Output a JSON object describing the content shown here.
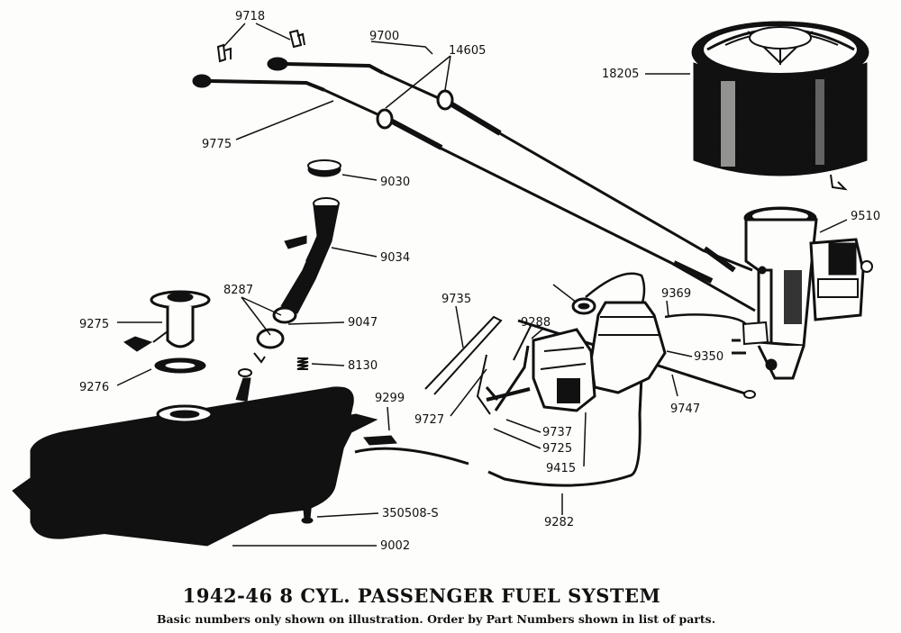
{
  "title": "1942-46 8 CYL. PASSENGER FUEL SYSTEM",
  "subtitle": "Basic numbers only shown on illustration.  Order by Part Numbers shown in list of parts.",
  "parts": {
    "p9718": "9718",
    "p9700": "9700",
    "p14605": "14605",
    "p18205": "18205",
    "p9775": "9775",
    "p9030": "9030",
    "p9510": "9510",
    "p9034": "9034",
    "p8287": "8287",
    "p9735": "9735",
    "p9369": "9369",
    "p9288": "9288",
    "p9275": "9275",
    "p9047": "9047",
    "p9350": "9350",
    "p8130": "8130",
    "p9276": "9276",
    "p9299": "9299",
    "p9747": "9747",
    "p9727": "9727",
    "p9737": "9737",
    "p9725": "9725",
    "p9415": "9415",
    "p350508S": "350508-S",
    "p9282": "9282",
    "p9002": "9002"
  }
}
